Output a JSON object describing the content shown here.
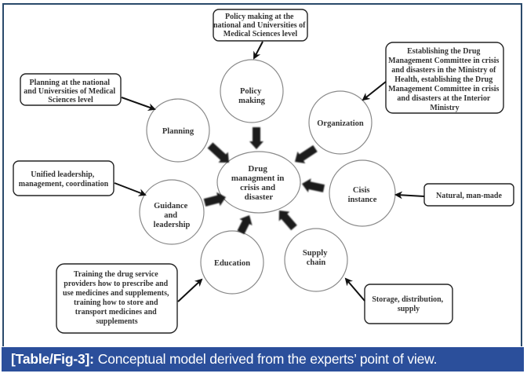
{
  "figure": {
    "caption_label": "[Table/Fig-3]:",
    "caption_text": "Conceptual model derived from the experts’ point of view.",
    "colors": {
      "caption_bg": "#2b4f9b",
      "frame_border": "#2a4a6b",
      "circle_stroke": "#8a8a8a",
      "arrow_fill": "#1a1a1a"
    }
  },
  "diagram": {
    "center": {
      "lines": [
        "Drug",
        "managment in",
        "crisis and",
        "disaster"
      ]
    },
    "nodes": [
      {
        "id": "planning",
        "lines": [
          "Planning"
        ]
      },
      {
        "id": "policy-making",
        "lines": [
          "Policy",
          "making"
        ]
      },
      {
        "id": "organization",
        "lines": [
          "Organization"
        ]
      },
      {
        "id": "crisis-instance",
        "lines": [
          "Cisis",
          "instance"
        ]
      },
      {
        "id": "supply-chain",
        "lines": [
          "Supply",
          "chain"
        ]
      },
      {
        "id": "education",
        "lines": [
          "Education"
        ]
      },
      {
        "id": "guidance-leadership",
        "lines": [
          "Guidance",
          "and",
          "leadership"
        ]
      }
    ],
    "boxes": [
      {
        "id": "policy-making-box",
        "target": "policy-making",
        "lines": [
          "Policy making at the",
          "national and Universities of",
          "Medical Sciences level"
        ]
      },
      {
        "id": "planning-box",
        "target": "planning",
        "lines": [
          "Planning at the national",
          "and Universities of Medical",
          "Sciences level"
        ]
      },
      {
        "id": "organization-box",
        "target": "organization",
        "lines": [
          "Establishing the Drug",
          "Management Committee in crisis",
          "and disasters in the Ministry of",
          "Health, establishing the Drug",
          "Management Committee in crisis",
          "and disasters at the Interior",
          "Ministry"
        ]
      },
      {
        "id": "guidance-box",
        "target": "guidance-leadership",
        "lines": [
          "Unified leadership,",
          "management, coordination"
        ]
      },
      {
        "id": "crisis-box",
        "target": "crisis-instance",
        "lines": [
          "Natural, man-made"
        ]
      },
      {
        "id": "education-box",
        "target": "education",
        "lines": [
          "Training the drug service",
          "providers how to prescribe and",
          "use medicines and supplements,",
          "training how to store and",
          "transport medicines and",
          "supplements"
        ]
      },
      {
        "id": "supply-box",
        "target": "supply-chain",
        "lines": [
          "Storage, distribution,",
          "supply"
        ]
      }
    ]
  }
}
